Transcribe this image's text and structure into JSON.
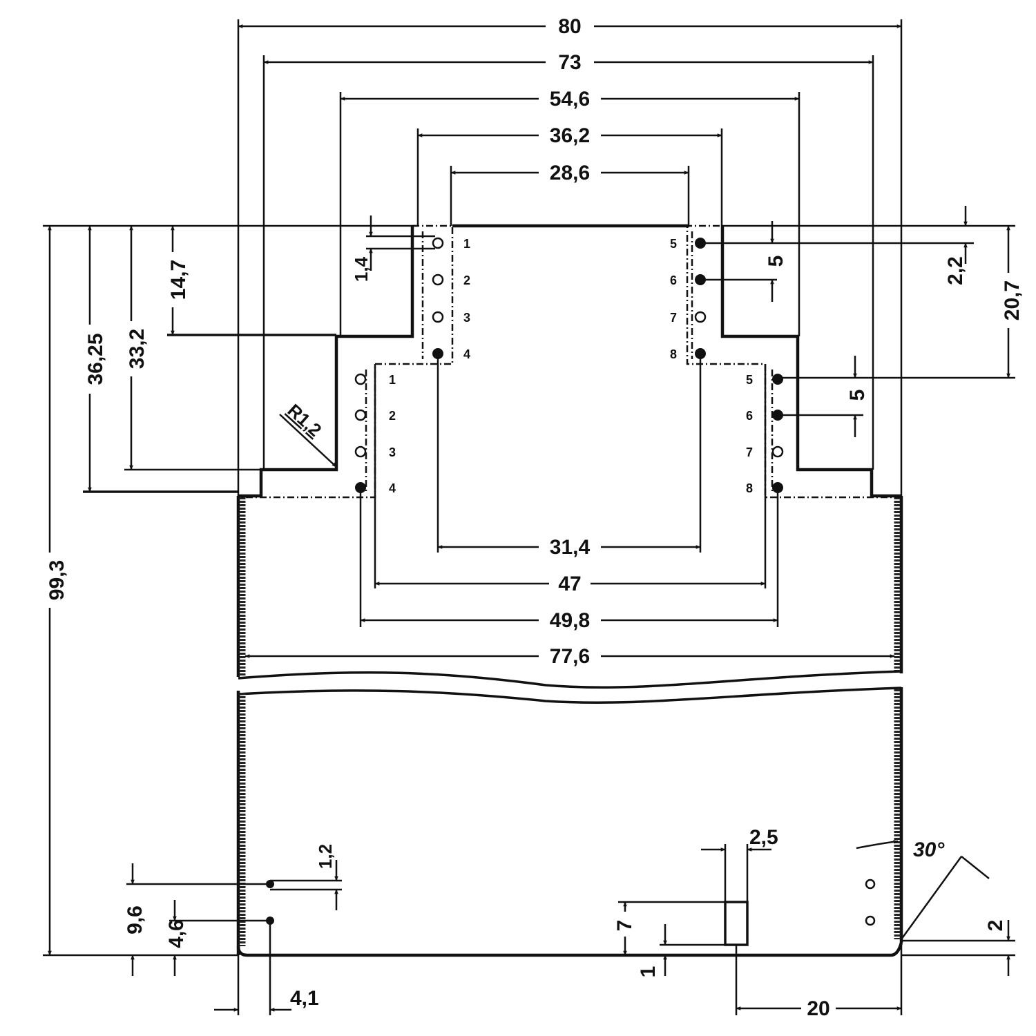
{
  "dimensions": {
    "top_widths": [
      "80",
      "73",
      "54,6",
      "36,2",
      "28,6"
    ],
    "bottom_widths": [
      "31,4",
      "47",
      "49,8",
      "77,6"
    ],
    "left_heights": [
      "99,3",
      "36,25",
      "33,2",
      "14,7",
      "1,4"
    ],
    "right_heights": [
      "2,2",
      "20,7",
      "5",
      "5"
    ],
    "radius": "R1,2",
    "bottom_details": [
      "1,2",
      "9,6",
      "4,6",
      "4,1",
      "2,5",
      "7",
      "1",
      "20",
      "2",
      "30°"
    ]
  },
  "pins": {
    "upper_left": [
      "1",
      "2",
      "3",
      "4"
    ],
    "upper_right": [
      "5",
      "6",
      "7",
      "8"
    ],
    "lower_left": [
      "1",
      "2",
      "3",
      "4"
    ],
    "lower_right": [
      "5",
      "6",
      "7",
      "8"
    ]
  }
}
